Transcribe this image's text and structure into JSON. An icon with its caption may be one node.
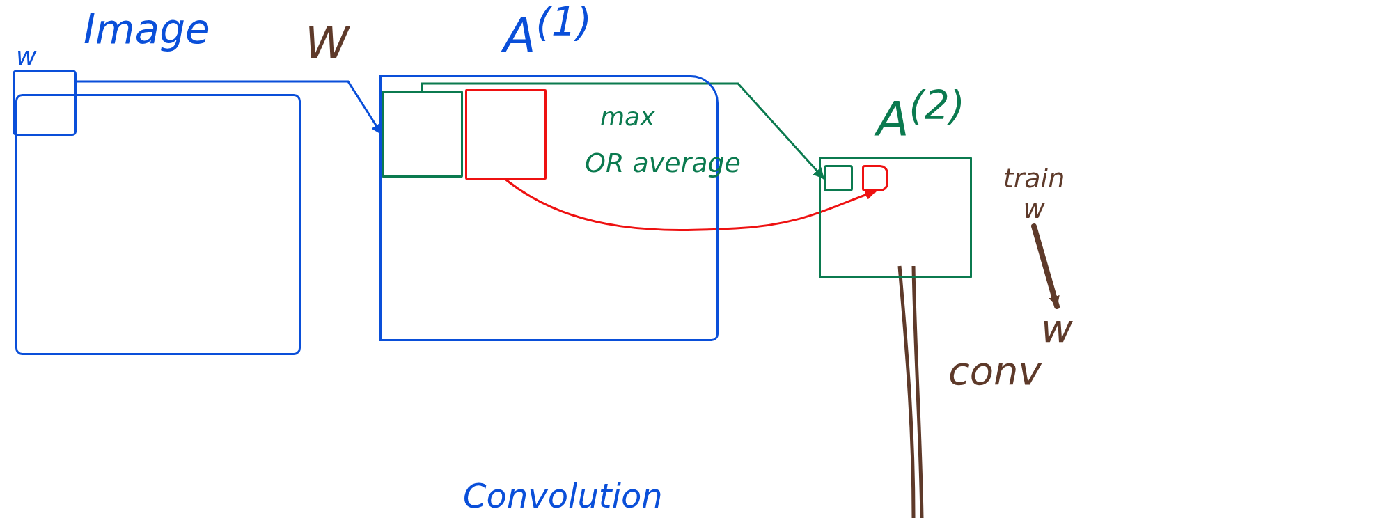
{
  "diagram": {
    "nodes": [
      {
        "text": [
          "Image"
        ]
      },
      {
        "text": [
          "w"
        ]
      },
      {
        "text": [
          "A$^{(1)}$"
        ]
      },
      {
        "text": [],
        "shape": "box",
        "in": 2
      },
      {
        "text": [],
        "shape": "box",
        "in": 2
      },
      {
        "text": [
          "A$^{(2)}$"
        ]
      },
      {
        "text": [],
        "shape": "box",
        "in": 5
      },
      {
        "text": [],
        "shape": "box",
        "in": 5
      },
      {
        "text": [
          "train w"
        ]
      },
      {
        "text": [
          "w"
        ]
      }
    ],
    "edges": [
      {
        "from": 1,
        "to": 3,
        "arrow": "to",
        "color": "#0a4fd9"
      },
      {
        "from": 3,
        "to": 6,
        "arrow": "to",
        "color": "#0b7a4f"
      },
      {
        "from": 4,
        "to": 7,
        "arrow": "to",
        "color": "#ee1111"
      },
      {
        "from": 8,
        "to": 9,
        "arrow": "to",
        "style": "thick",
        "color": "#5e3a2a"
      }
    ],
    "labels": [
      "W",
      "max",
      "OR average",
      "conv",
      "Convolution"
    ]
  }
}
